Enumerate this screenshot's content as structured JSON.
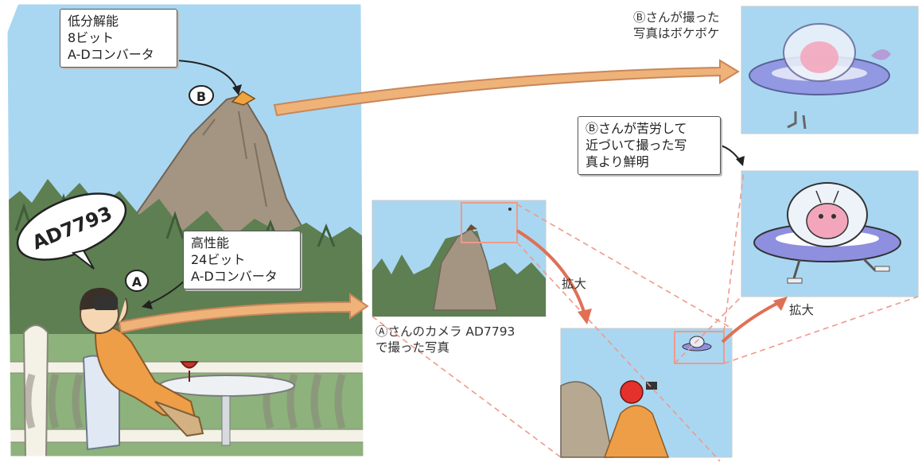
{
  "colors": {
    "sky": "#a9d7f1",
    "mountain": "#a39581",
    "forest": "#5d7f52",
    "arrow": "#efb279",
    "arrow_outline": "#c8875a",
    "dashed": "#ef9a8a",
    "zoom_arrow": "#e07055",
    "ufo_saucer": "#8f8fe0",
    "alien": "#f3a6bb",
    "shirt": "#ee9e47"
  },
  "boxes": {
    "low_res": [
      "低分解能",
      "8ビット",
      "A-Dコンバータ"
    ],
    "high_perf": [
      "高性能",
      "24ビット",
      "A-Dコンバータ"
    ],
    "b_effort": [
      "Ⓑさんが苦労して",
      "近づいて撮った写",
      "真より鮮明"
    ]
  },
  "labels": {
    "b_blurry": "Ⓑさんが撮った\n写真はボケボケ",
    "a_camera": "Ⓐさんのカメラ AD7793\nで撮った写真",
    "zoom1": "拡大",
    "zoom2": "拡大",
    "bubble": "AD7793",
    "marker_a": "A",
    "marker_b": "B"
  }
}
